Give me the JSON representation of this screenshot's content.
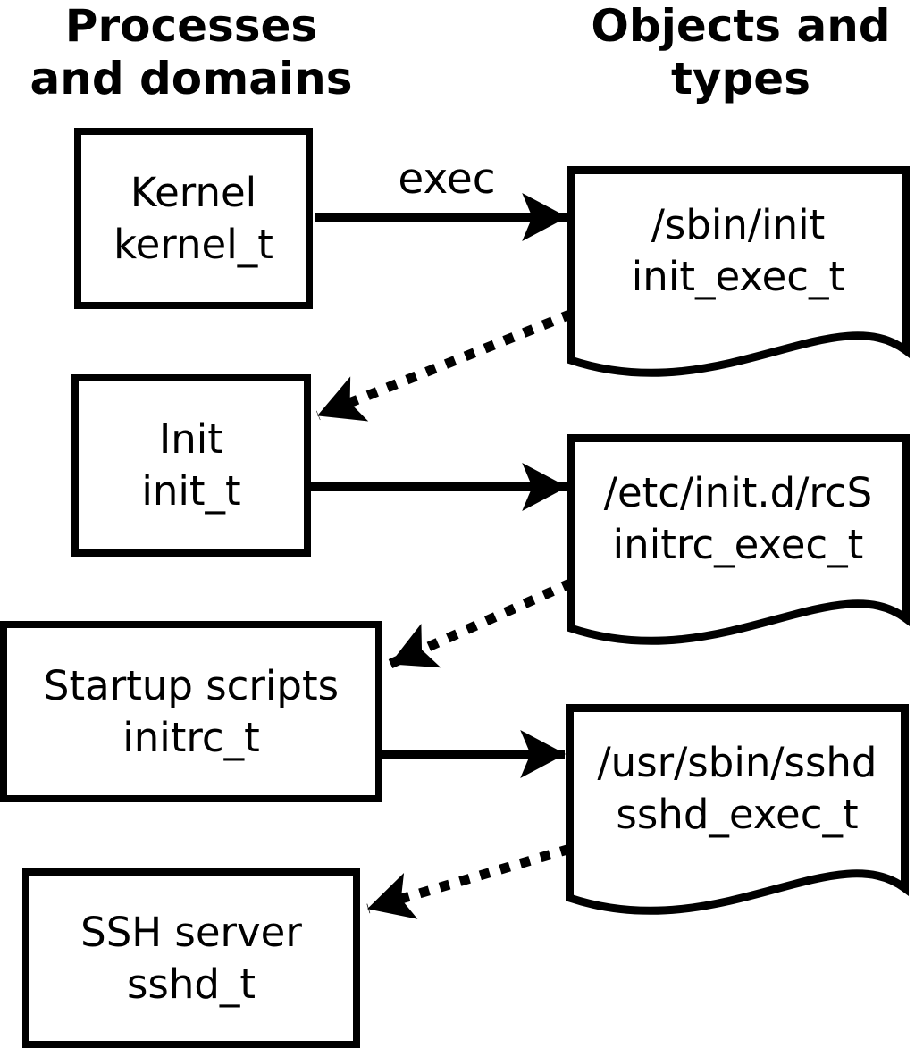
{
  "headers": {
    "left": {
      "line1": "Processes",
      "line2": "and domains"
    },
    "right": {
      "line1": "Objects and",
      "line2": "types"
    }
  },
  "process_nodes": [
    {
      "name": "Kernel",
      "domain": "kernel_t"
    },
    {
      "name": "Init",
      "domain": "init_t"
    },
    {
      "name": "Startup scripts",
      "domain": "initrc_t"
    },
    {
      "name": "SSH server",
      "domain": "sshd_t"
    }
  ],
  "object_nodes": [
    {
      "path": "/sbin/init",
      "type": "init_exec_t"
    },
    {
      "path": "/etc/init.d/rcS",
      "type": "initrc_exec_t"
    },
    {
      "path": "/usr/sbin/sshd",
      "type": "sshd_exec_t"
    }
  ],
  "edge_labels": {
    "exec": "exec"
  },
  "colors": {
    "stroke": "#000000",
    "background": "#ffffff"
  }
}
